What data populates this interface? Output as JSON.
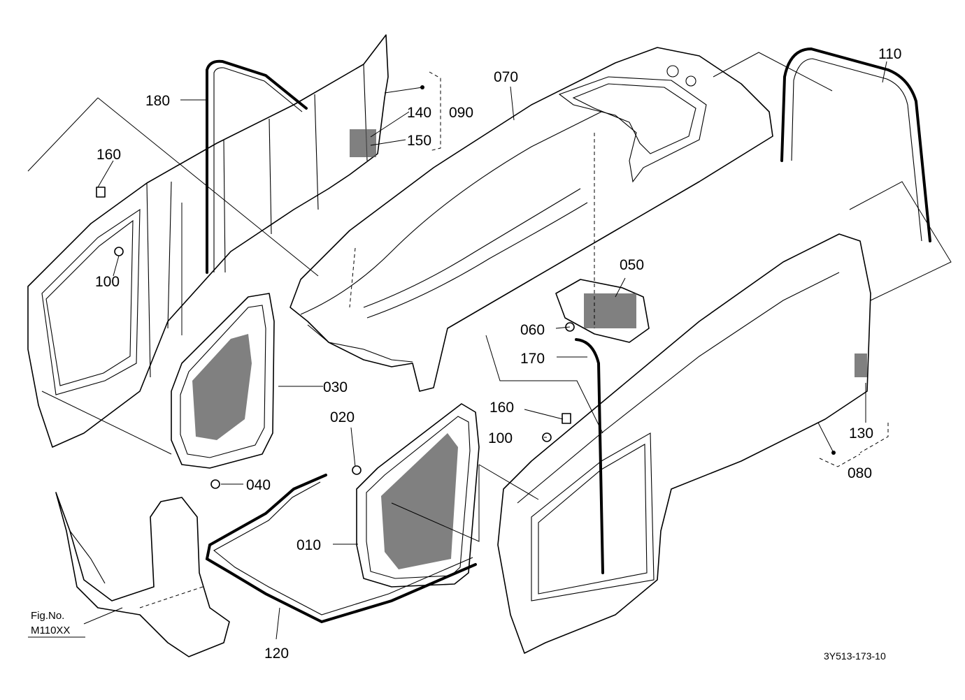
{
  "callouts": {
    "c010": "010",
    "c020": "020",
    "c030": "030",
    "c040": "040",
    "c050": "050",
    "c060": "060",
    "c070": "070",
    "c080": "080",
    "c090": "090",
    "c100a": "100",
    "c100b": "100",
    "c110": "110",
    "c120": "120",
    "c130": "130",
    "c140": "140",
    "c150": "150",
    "c160a": "160",
    "c160b": "160",
    "c170": "170",
    "c180": "180"
  },
  "figure_ref": {
    "label": "Fig.No.",
    "code": "M110XX"
  },
  "document_id": "3Y513-173-10"
}
